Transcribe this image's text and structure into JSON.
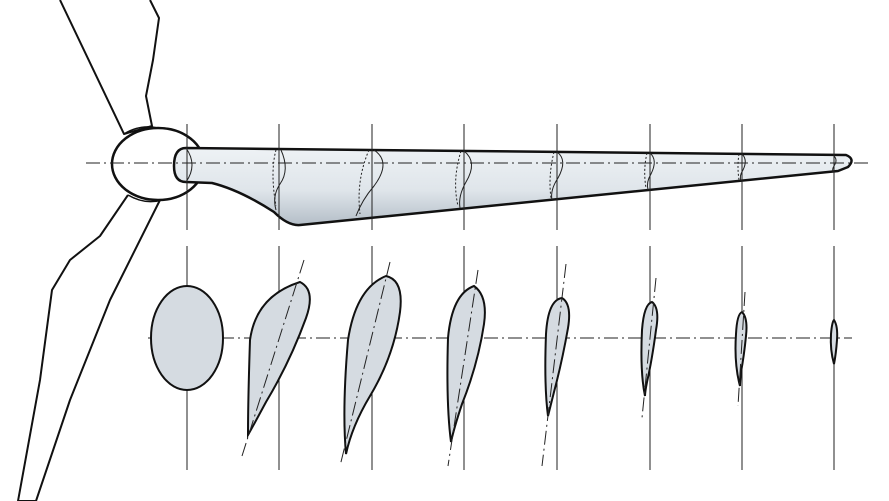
{
  "diagram": {
    "colors": {
      "background": "#ffffff",
      "outline": "#111111",
      "blade_fill_light": "#e6ebef",
      "blade_fill_shade": "#b9c3cc",
      "section_fill": "#d5dbe1"
    },
    "station_count": 8,
    "section_types": [
      "root-circle",
      "airfoil",
      "airfoil",
      "airfoil",
      "airfoil",
      "airfoil",
      "airfoil",
      "airfoil"
    ],
    "relative_thickness": [
      1.0,
      0.62,
      0.5,
      0.4,
      0.34,
      0.3,
      0.28,
      0.26
    ],
    "relative_twist_deg": [
      0,
      20,
      16,
      12,
      10,
      8,
      6,
      4
    ]
  }
}
